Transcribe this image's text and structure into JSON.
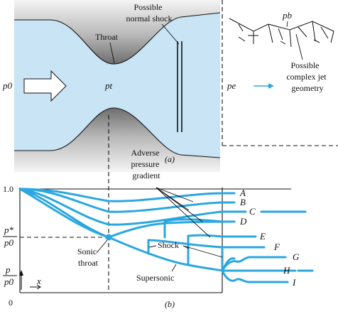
{
  "nozzle": {
    "p0": "p0",
    "pt": "pt",
    "pe": "pe",
    "pb": "pb",
    "throat": "Throat",
    "possible_normal_shock": [
      "Possible",
      "normal shock"
    ],
    "possible_complex_jet": [
      "Possible",
      "complex jet",
      "geometry"
    ],
    "panel": "(a)"
  },
  "plot": {
    "y_top": "1.0",
    "y_star_num": "p*",
    "y_star_den": "p0",
    "y_axis_num": "p",
    "y_axis_den": "p0",
    "x_label": "x",
    "origin": "0",
    "adverse": [
      "Adverse",
      "pressure",
      "gradient"
    ],
    "sonic": [
      "Sonic",
      "throat"
    ],
    "shock": "Shock",
    "supersonic": "Supersonic",
    "curve_labels": [
      "A",
      "B",
      "C",
      "D",
      "E",
      "F",
      "G",
      "H",
      "I"
    ],
    "panel": "(b)"
  },
  "colors": {
    "wall": "#8a8a8a",
    "flow": "#c8e4f5",
    "curve": "#2aa7e0"
  }
}
